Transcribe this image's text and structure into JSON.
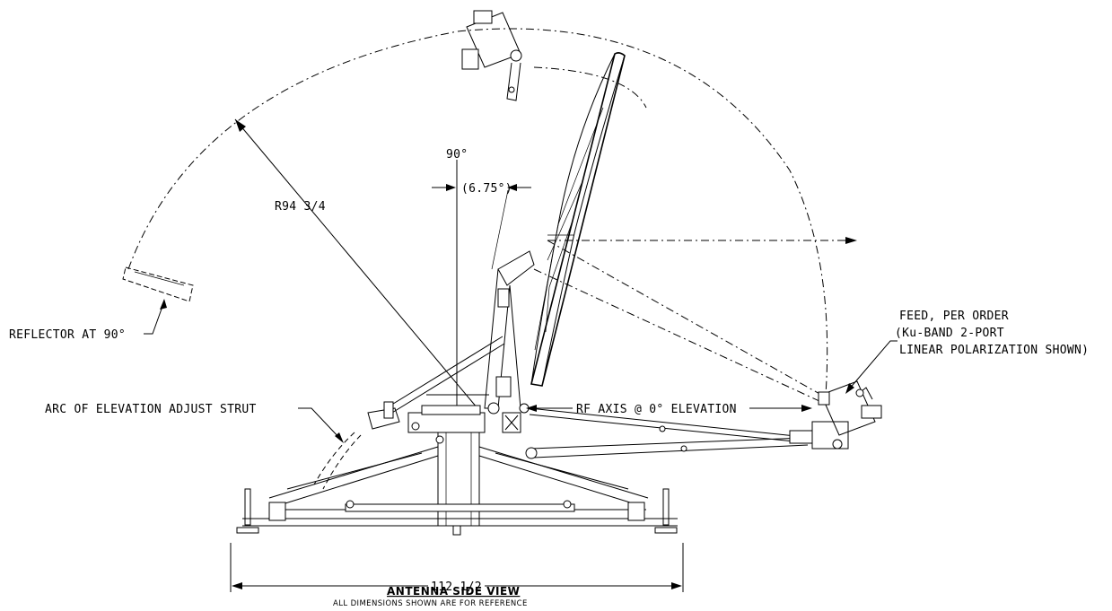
{
  "labels": {
    "angle_90": "90°",
    "offset_angle": "(6.75°)",
    "radius": "R94 3/4",
    "reflector_at_90": "REFLECTOR AT 90°",
    "arc_strut": "ARC OF ELEVATION ADJUST STRUT",
    "rf_axis": "RF AXIS @ 0° ELEVATION",
    "feed_line1": "FEED, PER ORDER",
    "feed_line2": "(Ku-BAND 2-PORT",
    "feed_line3": "LINEAR POLARIZATION SHOWN)",
    "base_width": "112 1/2",
    "title": "ANTENNA SIDE VIEW",
    "subtitle": "ALL DIMENSIONS SHOWN ARE FOR REFERENCE"
  }
}
